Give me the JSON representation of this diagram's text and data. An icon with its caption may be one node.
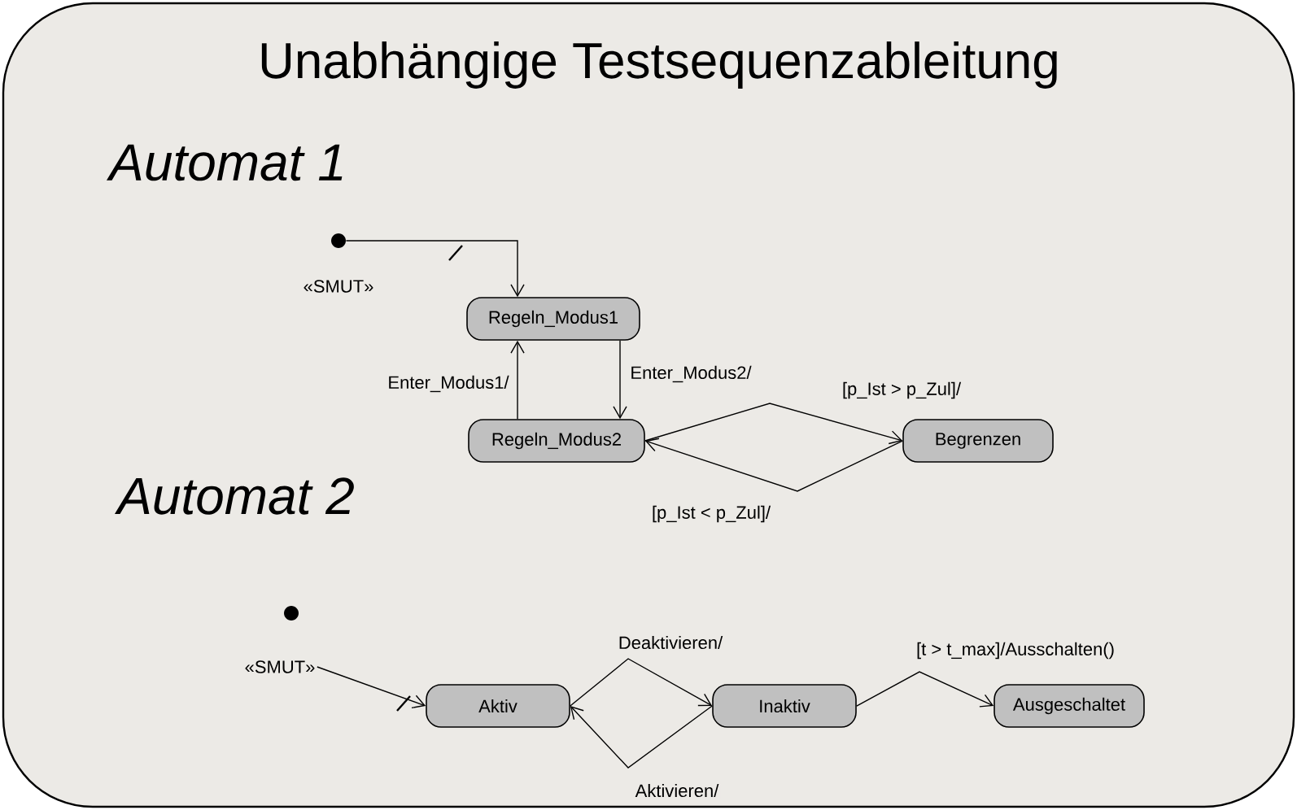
{
  "diagram": {
    "title": "Unabhängige Testsequenzableitung",
    "nodes": [
      {
        "text": [],
        "shape": "circle",
        "beside": [
          "«SMUT»"
        ]
      },
      {
        "text": [
          "Regeln_Modus1"
        ]
      },
      {
        "text": [
          "Regeln_Modus2"
        ]
      },
      {
        "text": [
          "Begrenzen"
        ]
      },
      {
        "text": [],
        "shape": "circle",
        "beside": [
          "«SMUT»"
        ]
      },
      {
        "text": [
          "Aktiv"
        ]
      },
      {
        "text": [
          "Inaktiv"
        ]
      },
      {
        "text": [
          "Ausgeschaltet"
        ]
      }
    ],
    "edges": [
      {
        "from": 0,
        "to": 1,
        "arrow": "to"
      },
      {
        "from": 1,
        "to": 2,
        "arrow": "to",
        "label": "Enter_Modus2/"
      },
      {
        "from": 2,
        "to": 1,
        "arrow": "to",
        "label": "Enter_Modus1/"
      },
      {
        "from": 2,
        "to": 3,
        "arrow": "to",
        "label": "[p_Ist > p_Zul]/"
      },
      {
        "from": 3,
        "to": 2,
        "arrow": "to",
        "label": "[p_Ist < p_Zul]/"
      },
      {
        "from": 4,
        "to": 5,
        "arrow": "to"
      },
      {
        "from": 5,
        "to": 6,
        "arrow": "to",
        "label": "Deaktivieren/"
      },
      {
        "from": 6,
        "to": 5,
        "arrow": "to",
        "label": "Aktivieren/"
      },
      {
        "from": 6,
        "to": 7,
        "arrow": "to",
        "label": "[t > t_max]/Ausschalten()"
      }
    ],
    "labels": [
      "Automat 1",
      "Automat 2"
    ]
  }
}
